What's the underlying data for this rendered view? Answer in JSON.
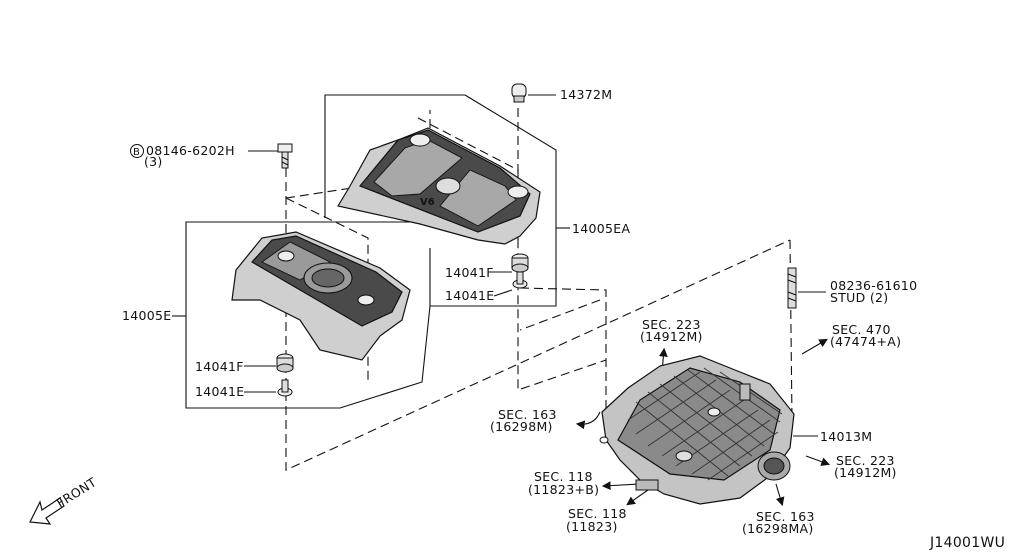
{
  "diagram_code": "J14001WU",
  "front_label": "FRONT",
  "labels": {
    "p14372M": "14372M",
    "bolt_code": "08146-6202H",
    "bolt_symbol": "B",
    "bolt_qty": "(3)",
    "p14005EA": "14005EA",
    "p14005E": "14005E",
    "p14041F_top": "14041F",
    "p14041E_top": "14041E",
    "p14041F_bot": "14041F",
    "p14041E_bot": "14041E",
    "stud_code": "08236-61610",
    "stud_qty": "STUD (2)",
    "sec223_top_a": "SEC. 223",
    "sec223_top_b": "(14912M)",
    "sec470_a": "SEC. 470",
    "sec470_b": "(47474+A)",
    "sec163_left_a": "SEC. 163",
    "sec163_left_b": "(16298M)",
    "p14013M": "14013M",
    "sec223_right_a": "SEC. 223",
    "sec223_right_b": "(14912M)",
    "sec118_a_a": "SEC. 118",
    "sec118_a_b": "(11823+B)",
    "sec118_b_a": "SEC. 118",
    "sec118_b_b": "(11823)",
    "sec163_bottom_a": "SEC. 163",
    "sec163_bottom_b": "(16298MA)"
  },
  "cover_logo": "V6"
}
